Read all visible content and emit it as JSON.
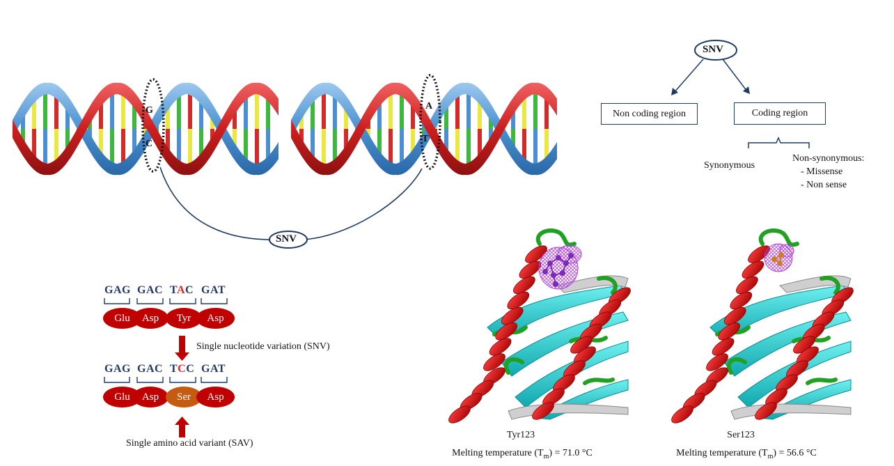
{
  "dna_left": {
    "top_base": "G",
    "bottom_base": "C"
  },
  "dna_right": {
    "top_base": "A",
    "bottom_base": "T"
  },
  "snv_link_label": "SNV",
  "tree": {
    "root": "SNV",
    "non_coding": "Non coding region",
    "coding": "Coding region",
    "synonymous": "Synonymous",
    "non_synonymous": "Non-synonymous:",
    "missense": "- Missense",
    "nonsense": "- Non sense"
  },
  "codons": {
    "original": [
      {
        "pre": "GAG",
        "mut": "",
        "post": ""
      },
      {
        "pre": "GAC",
        "mut": "",
        "post": ""
      },
      {
        "pre": "T",
        "mut": "A",
        "post": "C"
      },
      {
        "pre": "GAT",
        "mut": "",
        "post": ""
      }
    ],
    "original_aa": [
      "Glu",
      "Asp",
      "Tyr",
      "Asp"
    ],
    "variant": [
      {
        "pre": "GAG",
        "mut": "",
        "post": ""
      },
      {
        "pre": "GAC",
        "mut": "",
        "post": ""
      },
      {
        "pre": "T",
        "mut": "C",
        "post": "C"
      },
      {
        "pre": "GAT",
        "mut": "",
        "post": ""
      }
    ],
    "variant_aa": [
      "Glu",
      "Asp",
      "Ser",
      "Asp"
    ],
    "snv_caption": "Single  nucleotide variation (SNV)",
    "sav_caption": "Single  amino  acid variant (SAV)"
  },
  "structures": [
    {
      "residue": "Tyr123",
      "tm_prefix": "Melting  temperature  (T",
      "tm_sub": "m",
      "tm_suffix": ") = 71.0 °C"
    },
    {
      "residue": "Ser123",
      "tm_prefix": "Melting  temperature  (T",
      "tm_sub": "m",
      "tm_suffix": ") = 56.6 °C"
    }
  ],
  "colors": {
    "dna_red": "#d42a2a",
    "dna_blue": "#4a90d0",
    "amino_red": "#c00000",
    "amino_orange": "#c55a11",
    "codon_blue": "#1f3864",
    "helix_red": "#cc1111",
    "strand_cyan": "#1fc4c8",
    "loop_green": "#22a022",
    "ligand_purple": "#b040e0",
    "arrow_red": "#c00000"
  }
}
